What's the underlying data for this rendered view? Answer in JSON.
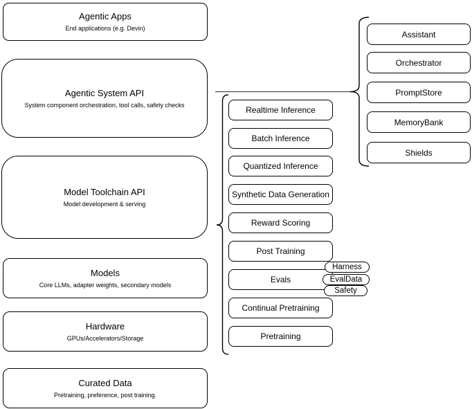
{
  "diagram": {
    "left_stack": [
      {
        "title": "Agentic Apps",
        "subtitle": "End applications (e.g. Devin)"
      },
      {
        "title": "Agentic System API",
        "subtitle": "System component orchestration, tool calls, safety checks"
      },
      {
        "title": "Model Toolchain API",
        "subtitle": "Model development & serving"
      },
      {
        "title": "Models",
        "subtitle": "Core LLMs, adapter weights, secondary models"
      },
      {
        "title": "Hardware",
        "subtitle": "GPUs/Accelerators/Storage"
      },
      {
        "title": "Curated Data",
        "subtitle": "Pretraining, preference, post training."
      }
    ],
    "toolchain_items": [
      "Realtime Inference",
      "Batch Inference",
      "Quantized Inference",
      "Synthetic Data Generation",
      "Reward Scoring",
      "Post Training",
      "Evals",
      "Continual Pretraining",
      "Pretraining"
    ],
    "evals_tags": [
      "Harness",
      "EvalData",
      "Safety"
    ],
    "system_components": [
      "Assistant",
      "Orchestrator",
      "PromptStore",
      "MemoryBank",
      "Shields"
    ],
    "colors": {
      "stroke": "#000000",
      "background": "#ffffff",
      "connector_line": "#4d4d4d"
    }
  }
}
